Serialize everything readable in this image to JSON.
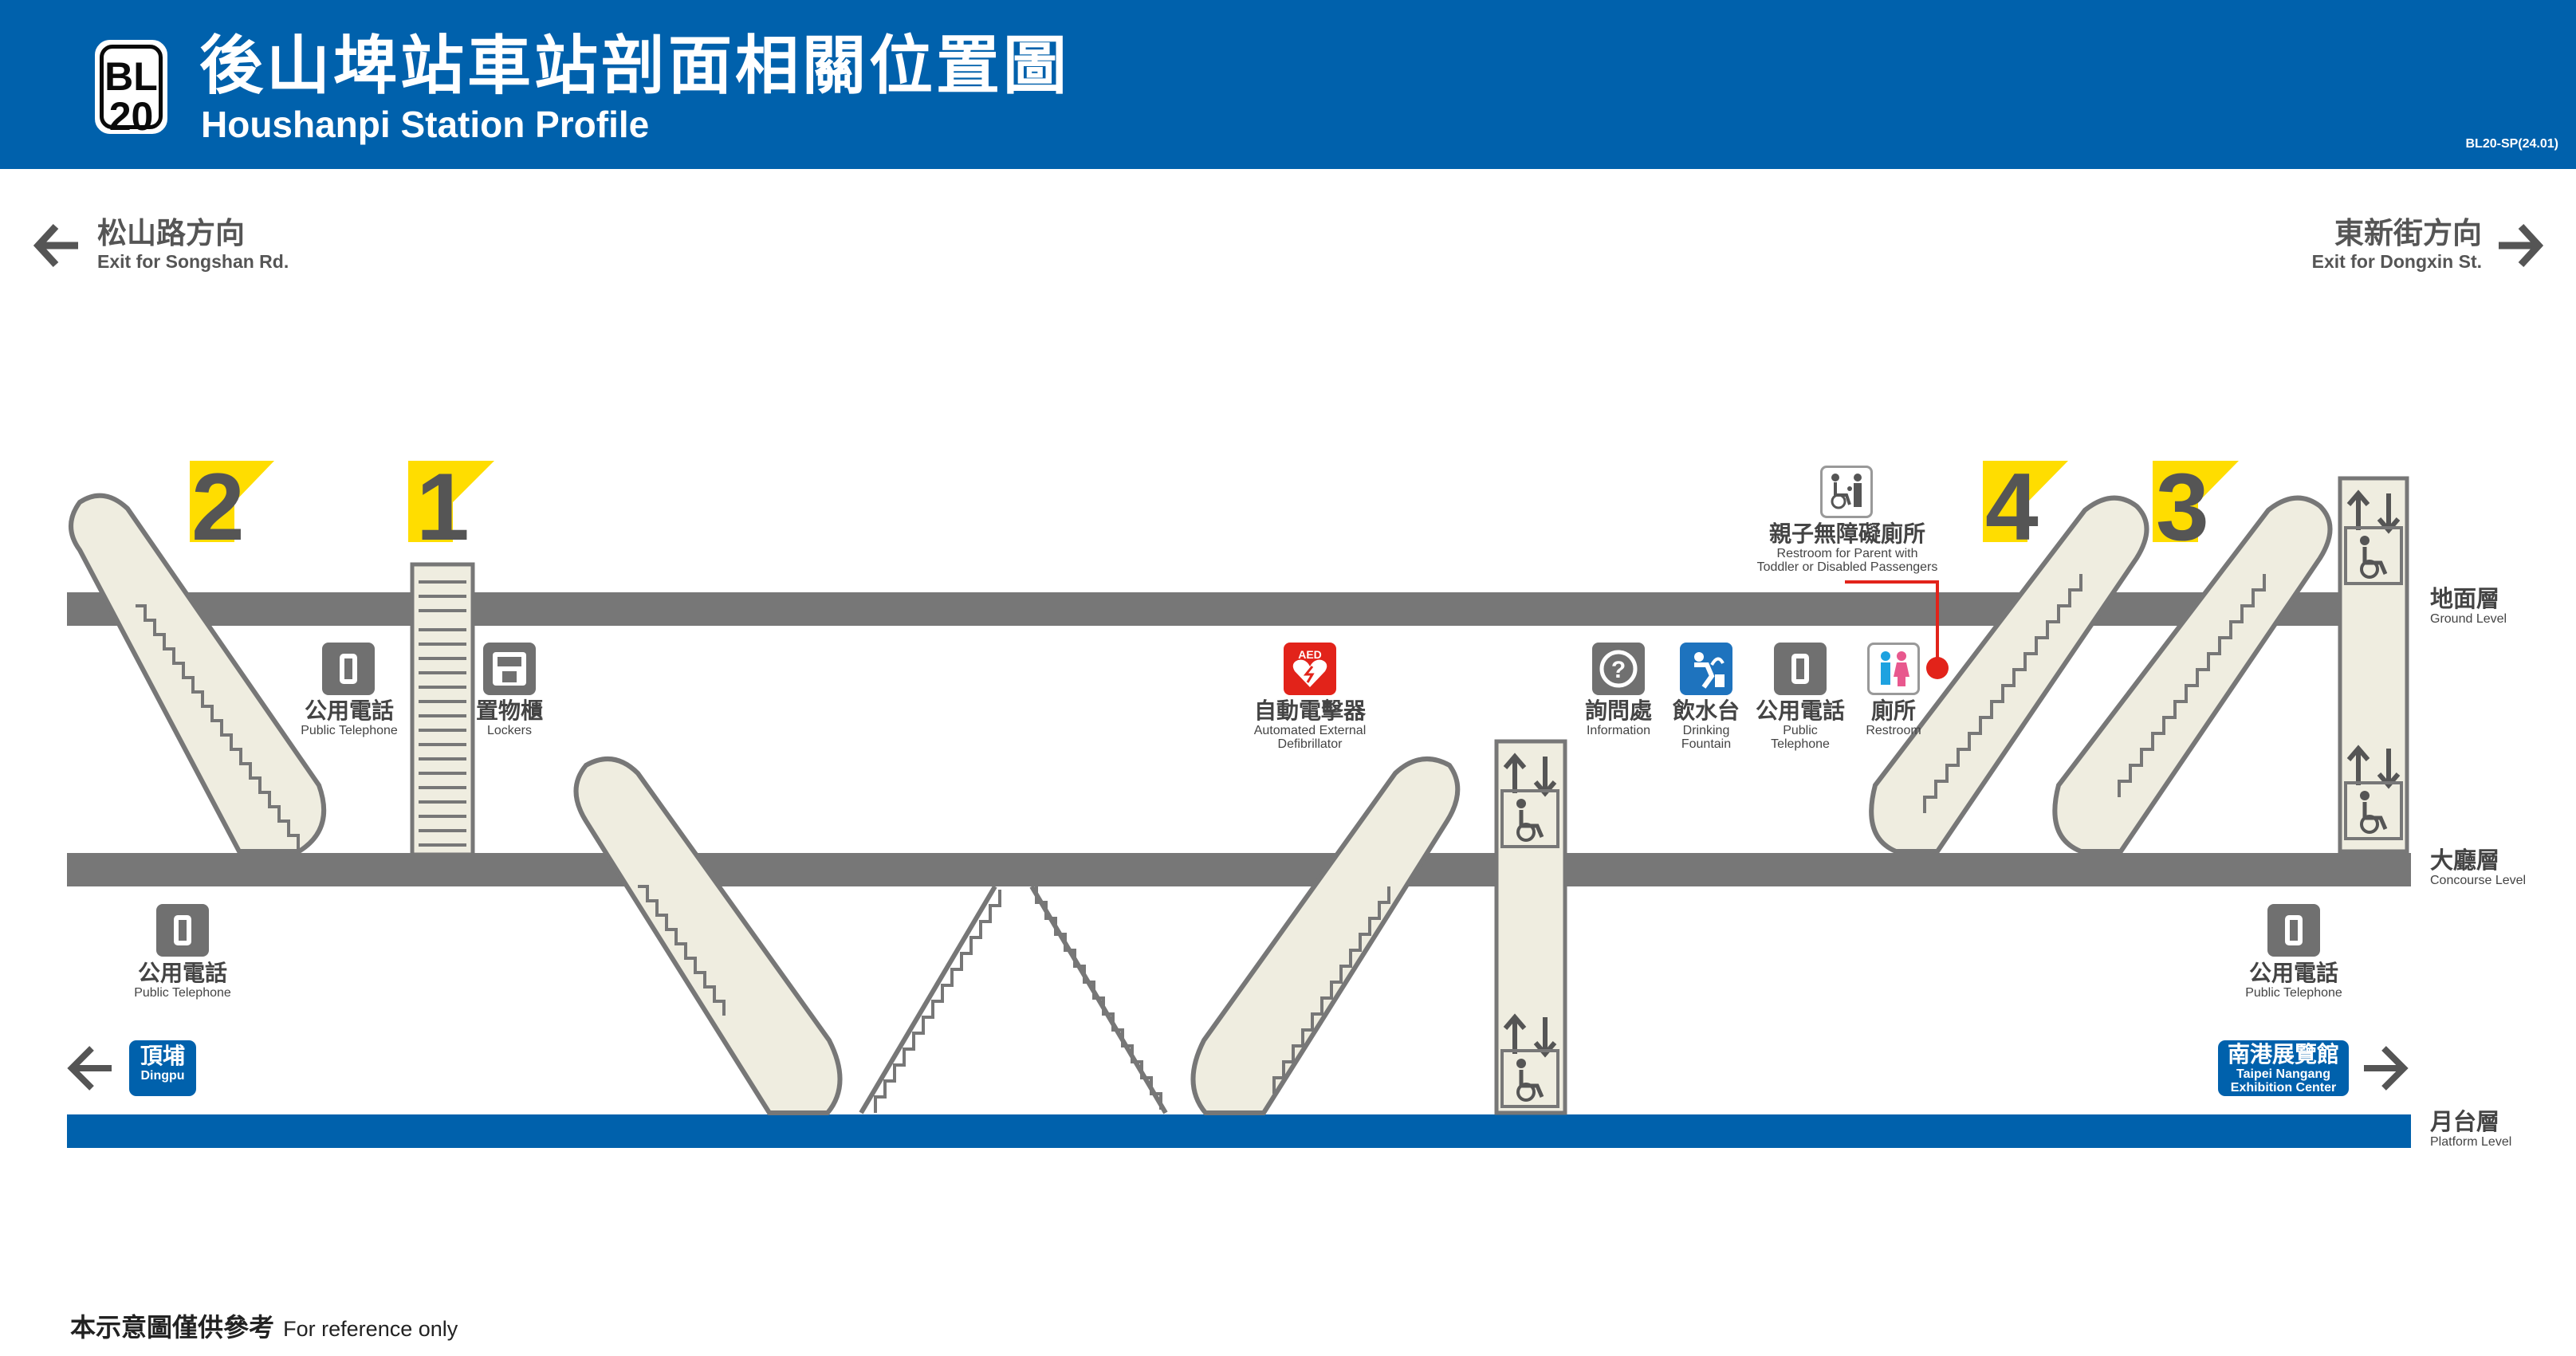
{
  "header": {
    "line_code_top": "BL",
    "line_code_bottom": "20",
    "title_zh": "後山埤站車站剖面相關位置圖",
    "title_en": "Houshanpi Station Profile",
    "doc_code": "BL20-SP(24.01)"
  },
  "exits": {
    "left": {
      "zh": "松山路方向",
      "en": "Exit for Songshan Rd."
    },
    "right": {
      "zh": "東新街方向",
      "en": "Exit for Dongxin St."
    }
  },
  "exit_numbers": [
    "2",
    "1",
    "4",
    "3"
  ],
  "levels": {
    "ground": {
      "zh": "地面層",
      "en": "Ground Level"
    },
    "concourse": {
      "zh": "大廳層",
      "en": "Concourse Level"
    },
    "platform": {
      "zh": "月台層",
      "en": "Platform Level"
    }
  },
  "facilities": {
    "phone1": {
      "zh": "公用電話",
      "en": "Public Telephone"
    },
    "lockers": {
      "zh": "置物櫃",
      "en": "Lockers"
    },
    "aed": {
      "zh": "自動電擊器",
      "en1": "Automated External",
      "en2": "Defibrillator",
      "badge": "AED"
    },
    "info": {
      "zh": "詢問處",
      "en": "Information"
    },
    "fountain": {
      "zh": "飲水台",
      "en1": "Drinking",
      "en2": "Fountain"
    },
    "phone2": {
      "zh": "公用電話",
      "en1": "Public",
      "en2": "Telephone"
    },
    "restroom": {
      "zh": "廁所",
      "en": "Restroom"
    },
    "family_restroom": {
      "zh": "親子無障礙廁所",
      "en1": "Restroom for Parent with",
      "en2": "Toddler or Disabled Passengers"
    },
    "phone3": {
      "zh": "公用電話",
      "en": "Public Telephone"
    },
    "phone4": {
      "zh": "公用電話",
      "en": "Public Telephone"
    }
  },
  "destinations": {
    "left": {
      "zh": "頂埔",
      "en": "Dingpu"
    },
    "right": {
      "zh": "南港展覽館",
      "en1": "Taipei Nangang",
      "en2": "Exhibition Center"
    }
  },
  "footer": {
    "zh": "本示意圖僅供參考",
    "en": "For reference only"
  },
  "colors": {
    "header": "#0061ac",
    "floor": "#777777",
    "platform": "#0061ac",
    "escalator": "#efede0",
    "exit_flag": "#ffdd00",
    "aed": "#e2231a",
    "restroom_male": "#1ea2e0",
    "restroom_female": "#e8588e",
    "pointer": "#e2231a"
  }
}
